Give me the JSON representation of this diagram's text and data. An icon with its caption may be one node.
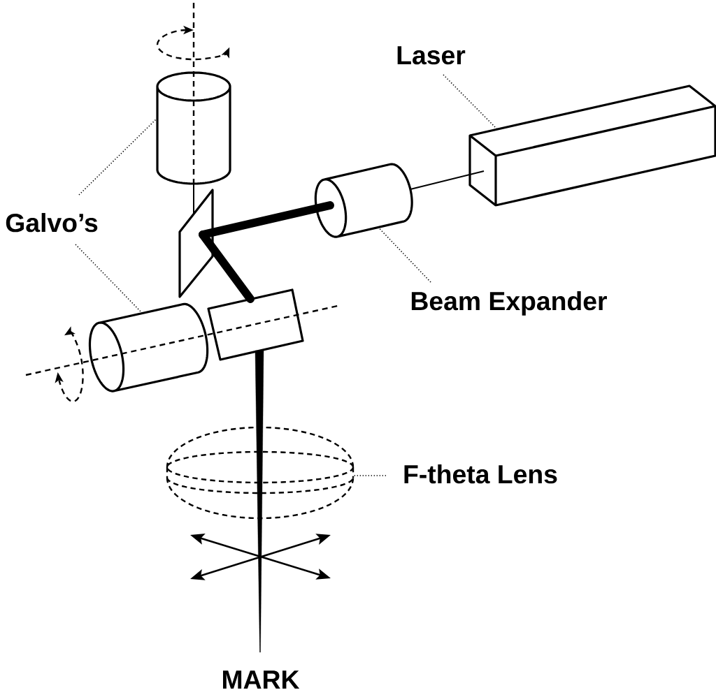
{
  "diagram": {
    "nodes": [
      {
        "text": [
          "Laser"
        ]
      },
      {
        "text": [],
        "shape": "box"
      },
      {
        "text": [
          "Galvo’s"
        ]
      },
      {
        "text": [],
        "shape": "cylinder"
      },
      {
        "text": [],
        "shape": "cylinder"
      },
      {
        "text": [
          "Beam Expander"
        ]
      },
      {
        "text": [],
        "shape": "cylinder"
      },
      {
        "text": [],
        "shape": "parallelogram"
      },
      {
        "text": [],
        "shape": "box"
      },
      {
        "text": [
          "F-theta Lens"
        ]
      },
      {
        "text": [],
        "shape": "ellipse"
      },
      {
        "text": [
          "MARK"
        ]
      }
    ],
    "edges": [
      {
        "from": 0,
        "to": 1,
        "arrow": "none",
        "style": "dashed"
      },
      {
        "from": 2,
        "to": 3,
        "arrow": "none",
        "style": "dashed"
      },
      {
        "from": 2,
        "to": 4,
        "arrow": "none",
        "style": "dashed"
      },
      {
        "from": 5,
        "to": 6,
        "arrow": "none",
        "style": "dashed"
      },
      {
        "from": 9,
        "to": 10,
        "arrow": "none",
        "style": "dashed"
      },
      {
        "from": 1,
        "to": 6,
        "arrow": "none"
      },
      {
        "from": 6,
        "to": 7,
        "arrow": "none",
        "style": "thick"
      },
      {
        "from": 7,
        "to": 8,
        "arrow": "none",
        "style": "thick"
      },
      {
        "from": 8,
        "to": 11,
        "arrow": "none",
        "style": "thick"
      },
      {
        "from": 3,
        "to": 7,
        "arrow": "none"
      }
    ]
  }
}
